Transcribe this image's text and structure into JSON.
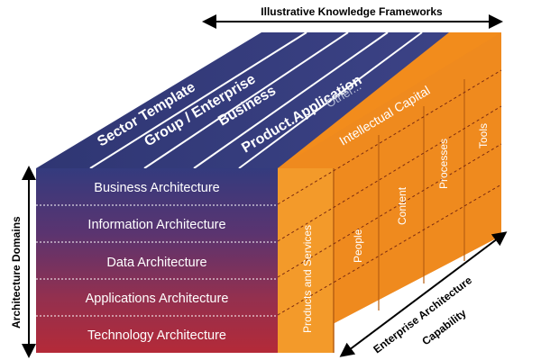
{
  "diagram": {
    "top_axis_label": "Illustrative Knowledge Frameworks",
    "left_axis_label": "Architecture Domains",
    "right_axis_label_line1": "Enterprise Architecture",
    "right_axis_label_line2": "Capability",
    "frameworks": [
      "Sector Template",
      "Group / Enterprise",
      "Business",
      "Product.Application",
      "Other..."
    ],
    "intellectual_capital": "Intellectual Capital",
    "domains": [
      "Business Architecture",
      "Information Architecture",
      "Data Architecture",
      "Applications Architecture",
      "Technology Architecture"
    ],
    "products_and_services": "Products and Services",
    "capabilities": [
      "People",
      "Content",
      "Processes",
      "Tools"
    ]
  },
  "colors": {
    "navy": "#333a78",
    "crimson": "#b0283c",
    "orange": "#f28c1c",
    "orange_dark": "#d9741a"
  }
}
